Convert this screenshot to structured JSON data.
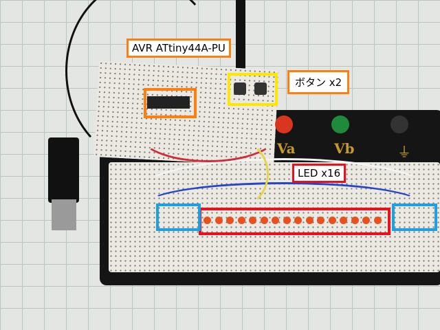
{
  "annotations": {
    "mcu_label": "AVR ATtiny44A-PU",
    "button_label": "ボタン x2",
    "led_label": "LED x16"
  },
  "board_labels": {
    "va": "Va",
    "vb": "Vb"
  },
  "colors": {
    "mcu_box": "#ff7f0e",
    "button_box": "#ffe600",
    "led_box": "#e8101e",
    "side_box": "#1ea0e0"
  },
  "led_count": 16
}
